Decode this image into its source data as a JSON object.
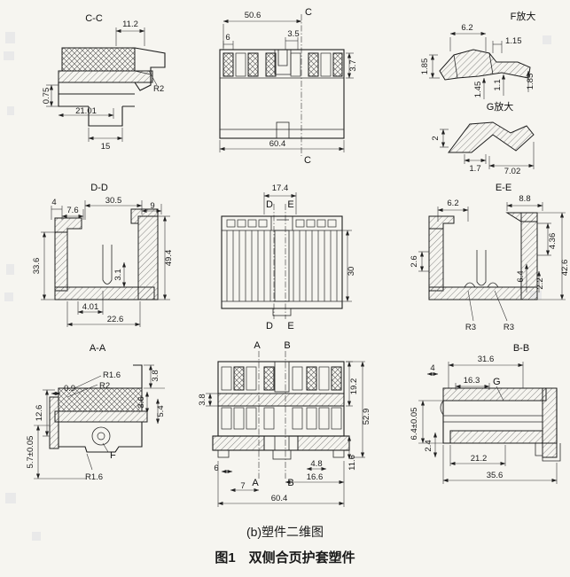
{
  "page": {
    "caption_sub": "(b)塑件二维图",
    "caption_main": "图1　双侧合页护套塑件"
  },
  "views": {
    "cc": {
      "title": "C-C",
      "d1": "11.2",
      "d2": "R2",
      "d3": "0.75",
      "d4": "21.01",
      "d5": "15"
    },
    "top": {
      "d1": "50.6",
      "c1": "C",
      "d2": "6",
      "d3": "3.5",
      "d4": "3.7",
      "d5": "60.4",
      "c2": "C"
    },
    "f": {
      "title": "F放大",
      "d1": "6.2",
      "d2": "1.15",
      "d3": "1.85",
      "d4": "1.45",
      "d5": "1.1",
      "d6": "1.85"
    },
    "g": {
      "title": "G放大",
      "d1": "2",
      "d2": "1.7",
      "d3": "7.02"
    },
    "dd": {
      "title": "D-D",
      "d1": "4",
      "d2": "7.6",
      "d3": "30.5",
      "d4": "9",
      "d5": "33.6",
      "d6": "3.1",
      "d7": "49.4",
      "d8": "4.01",
      "d9": "22.6"
    },
    "mid": {
      "d1": "17.4",
      "s1": "D",
      "s2": "E",
      "d2": "30",
      "s3": "D",
      "s4": "E"
    },
    "ee": {
      "title": "E-E",
      "d1": "6.2",
      "d2": "8.8",
      "d3": "2.6",
      "d4": "4.36",
      "d5": "6.4",
      "d6": "2.2",
      "d7": "42.6",
      "r1": "R3",
      "r2": "R3"
    },
    "aa": {
      "title": "A-A",
      "r1": "R1.6",
      "r2": "R2",
      "d1": "0.9",
      "d2": "3.8",
      "d3": "3.6",
      "d4": "5.4",
      "d5": "12.6",
      "d6": "5.7±0.05",
      "f": "F",
      "r3": "R1.6"
    },
    "bot": {
      "s1": "A",
      "s2": "B",
      "d1": "3.8",
      "d2": "19.2",
      "d3": "52.9",
      "d4": "11.6",
      "d5": "6",
      "d6": "4.8",
      "d7": "16.6",
      "d8": "7",
      "d9": "60.4",
      "s3": "A",
      "s4": "B"
    },
    "bb": {
      "title": "B-B",
      "d1": "31.6",
      "d2": "4",
      "d3": "16.3",
      "g": "G",
      "d4": "6.4±0.05",
      "d5": "2.4",
      "d6": "21.2",
      "d7": "35.6"
    }
  }
}
